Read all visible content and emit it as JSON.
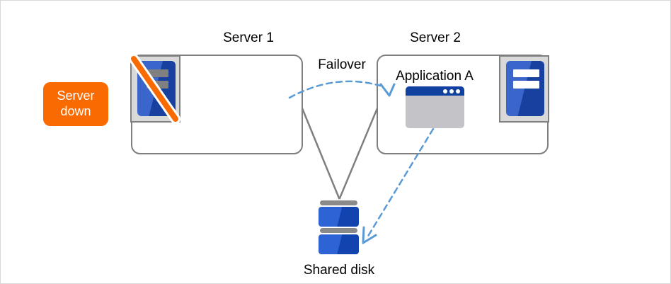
{
  "diagram": {
    "title_context": "cluster-failover-diagram",
    "badge": {
      "label": "Server\ndown"
    },
    "server1": {
      "label": "Server 1",
      "status": "down"
    },
    "server2": {
      "label": "Server 2",
      "status": "up"
    },
    "application": {
      "label": "Application A"
    },
    "failover": {
      "label": "Failover"
    },
    "shared_disk": {
      "label": "Shared disk"
    }
  },
  "icons": {
    "server1": "server-down-icon",
    "server2": "server-up-icon",
    "application": "app-window-icon",
    "shared_disk": "disk-stack-icon"
  },
  "colors": {
    "frame_border": "#d9d9d9",
    "label_text": "#000000",
    "box_border": "#7f7f7f",
    "line_gray": "#7f7f7f",
    "icon_bg": "#d9d9d9",
    "icon_border": "#7f7f7f",
    "server_blue_light": "#3a66cc",
    "server_blue_dark": "#17409f",
    "bar_gray": "#808080",
    "bar_white": "#ffffff",
    "slash_orange": "#f96a00",
    "slash_outline": "#ffffff",
    "badge_orange": "#f96a00",
    "badge_text": "#ffffff",
    "window_title_blue": "#1040a0",
    "window_body_gray": "#c4c4c8",
    "disk_cap_gray": "#8a8a8a",
    "disk_blue_light": "#2e63d6",
    "disk_blue_dark": "#1243ae",
    "dashed_blue": "#5b9bd5"
  }
}
